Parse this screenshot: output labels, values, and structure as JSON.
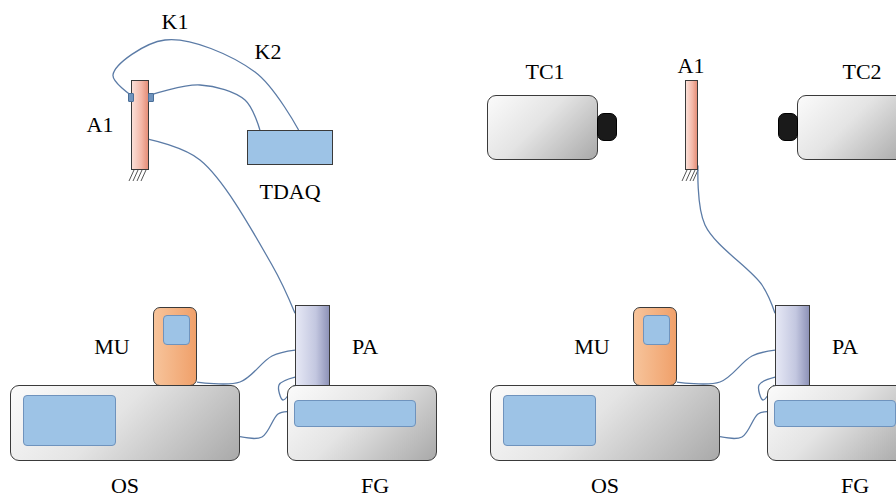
{
  "diagram": {
    "nodes": [
      {
        "text": [
          "A1"
        ]
      },
      {
        "text": [
          "TDAQ"
        ]
      },
      {
        "text": [
          "MU"
        ]
      },
      {
        "text": [
          "PA"
        ]
      },
      {
        "text": [
          "OS"
        ]
      },
      {
        "text": [
          "FG"
        ]
      },
      {
        "text": [
          "TC1"
        ]
      },
      {
        "text": [
          "A1"
        ]
      },
      {
        "text": [
          "TC2"
        ]
      },
      {
        "text": [
          "MU"
        ]
      },
      {
        "text": [
          "PA"
        ]
      },
      {
        "text": [
          "OS"
        ]
      },
      {
        "text": [
          "FG"
        ]
      }
    ],
    "edges": [
      {
        "from": 0,
        "to": 1,
        "arrow": "none",
        "label": "K1"
      },
      {
        "from": 0,
        "to": 1,
        "arrow": "none",
        "label": "K2"
      },
      {
        "from": 0,
        "to": 3,
        "arrow": "none"
      },
      {
        "from": 2,
        "to": 3,
        "arrow": "none"
      },
      {
        "from": 4,
        "to": 5,
        "arrow": "none"
      },
      {
        "from": 3,
        "to": 5,
        "arrow": "none"
      },
      {
        "from": 7,
        "to": 10,
        "arrow": "none"
      },
      {
        "from": 9,
        "to": 10,
        "arrow": "none"
      },
      {
        "from": 11,
        "to": 12,
        "arrow": "none"
      },
      {
        "from": 10,
        "to": 12,
        "arrow": "none"
      }
    ]
  }
}
